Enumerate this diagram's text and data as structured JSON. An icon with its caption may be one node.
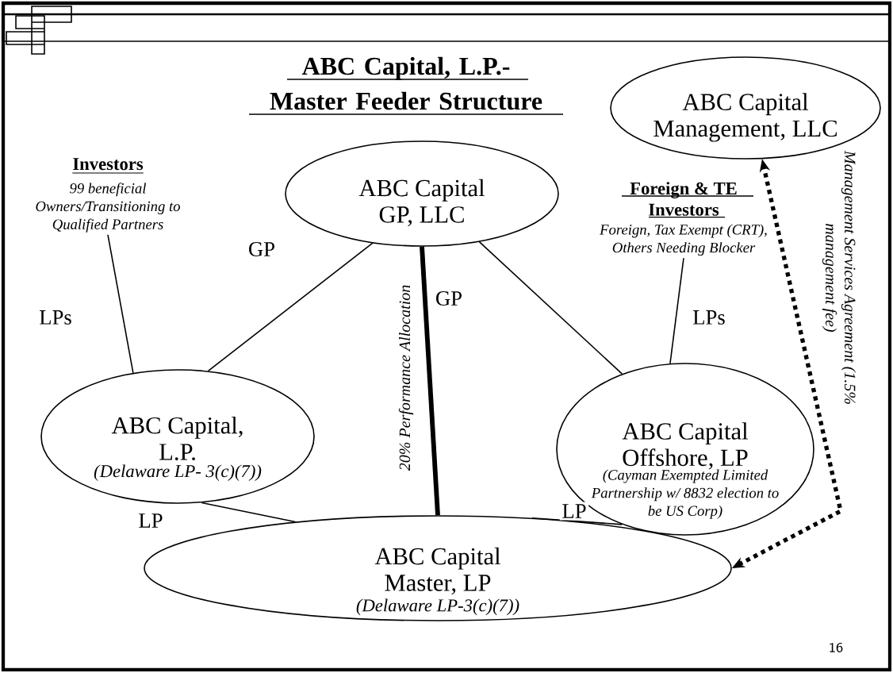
{
  "diagram": {
    "title": "ABC Capital, L.P.- Master Feeder Structure",
    "nodes": [
      {
        "text": [
          "Investors",
          "99 beneficial Owners/Transitioning to Qualified Partners"
        ]
      },
      {
        "text": [
          "ABC Capital GP, LLC"
        ]
      },
      {
        "text": [
          "ABC Capital Management, LLC"
        ]
      },
      {
        "text": [
          "Foreign & TE Investors",
          "Foreign, Tax Exempt (CRT), Others Needing Blocker"
        ]
      },
      {
        "text": [
          "ABC Capital, L.P.",
          "(Delaware LP- 3(c)(7))"
        ]
      },
      {
        "text": [
          "ABC Capital Offshore, LP",
          "(Cayman Exempted Limited Partnership w/ 8832 election to be US Corp)"
        ]
      },
      {
        "text": [
          "ABC Capital Master, LP",
          "(Delaware LP-3(c)(7))"
        ]
      }
    ],
    "edges": [
      {
        "from": 0,
        "to": 4,
        "arrow": "none",
        "label": "LPs"
      },
      {
        "from": 1,
        "to": 4,
        "arrow": "none",
        "label": "GP"
      },
      {
        "from": 1,
        "to": 6,
        "arrow": "none",
        "label": "GP",
        "style": "thick"
      },
      {
        "from": 1,
        "to": 5,
        "arrow": "none"
      },
      {
        "from": 3,
        "to": 5,
        "arrow": "none",
        "label": "LPs"
      },
      {
        "from": 4,
        "to": 6,
        "arrow": "none",
        "label": "LP"
      },
      {
        "from": 5,
        "to": 6,
        "arrow": "none",
        "label": "LP"
      },
      {
        "from": 6,
        "to": 2,
        "arrow": "both",
        "style": "dashed",
        "label": "Management Services Agreement (1.5% management fee)"
      }
    ],
    "labels": [
      "20% Performance Allocation",
      "16"
    ]
  }
}
